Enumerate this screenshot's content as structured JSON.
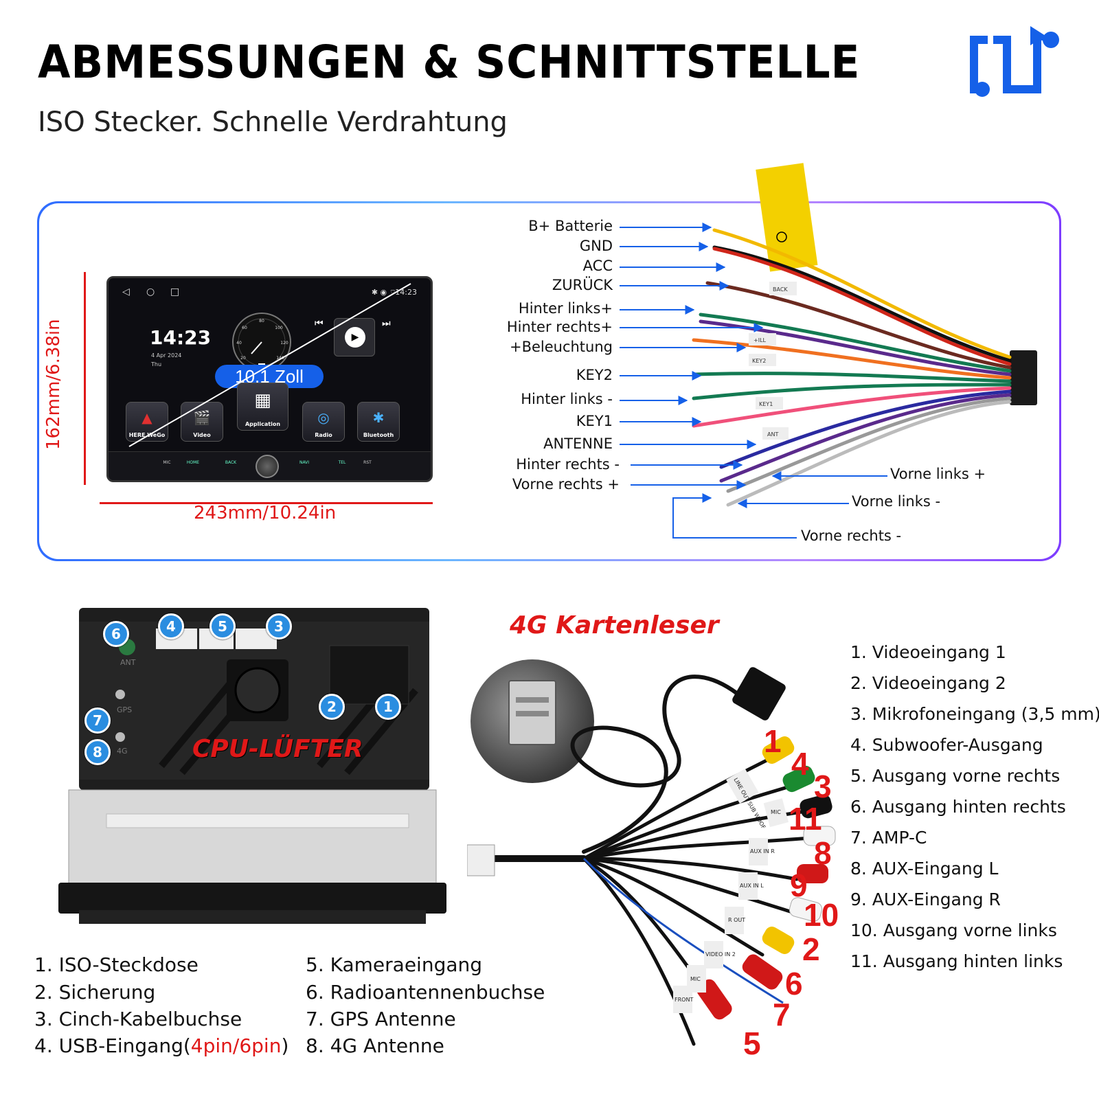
{
  "header": {
    "title": "ABMESSUNGEN & SCHNITTSTELLE",
    "subtitle": "ISO Stecker. Schnelle Verdrahtung",
    "logo": "cable-connector-icon",
    "accent_color": "#1560e8"
  },
  "screen": {
    "clock": "14:23",
    "date": "4 Apr 2024",
    "day": "Thu",
    "status_time": "14:23",
    "size_label": "10.1 Zoll",
    "apps": [
      "HERE WeGo",
      "Video",
      "Application",
      "Radio",
      "Bluetooth"
    ],
    "dock": [
      "MIC",
      "HOME",
      "BACK",
      "NAVI",
      "TEL",
      "RST"
    ],
    "speed_ticks": [
      "20",
      "40",
      "60",
      "80",
      "100",
      "120",
      "140"
    ],
    "speed_value": "0"
  },
  "dimensions": {
    "height": "162mm/6.38in",
    "width": "243mm/10.24in",
    "line_color": "#e01818"
  },
  "wires": {
    "left_labels": [
      "B+ Batterie",
      "GND",
      "ACC",
      "ZURÜCK",
      "Hinter links+",
      "Hinter rechts+",
      "+Beleuchtung",
      "KEY2",
      "Hinter links -",
      "KEY1",
      "ANTENNE",
      "Hinter rechts -",
      "Vorne rechts +"
    ],
    "right_labels": [
      "Vorne links +",
      "Vorne links -",
      "Vorne rechts -"
    ],
    "tags": [
      "BACK",
      "+ILL",
      "KEY2",
      "KEY1",
      "ANT"
    ]
  },
  "back_unit": {
    "fan_label": "CPU-LÜFTER",
    "port_labels": [
      "ANT",
      "GPS",
      "4G"
    ],
    "badges": [
      "6",
      "4",
      "5",
      "3",
      "2",
      "1",
      "7",
      "8"
    ]
  },
  "unit_legend": {
    "col1": [
      "1. ISO-Steckdose",
      "2. Sicherung",
      "3. Cinch-Kabelbuchse"
    ],
    "usb_prefix": "4. USB-Eingang(",
    "usb_red": "4pin/6pin",
    "usb_suffix": ")",
    "col2": [
      "5. Kameraeingang",
      "6. Radioantennenbuchse",
      "7. GPS Antenne",
      "8. 4G Antenne"
    ]
  },
  "rca": {
    "card_reader_label": "4G Kartenleser",
    "legend": [
      "1. Videoeingang 1",
      "2. Videoeingang 2",
      "3. Mikrofoneingang (3,5 mm)",
      "4. Subwoofer-Ausgang",
      "5. Ausgang vorne rechts",
      "6. Ausgang hinten rechts",
      "7. AMP-C",
      "8. AUX-Eingang L",
      "9. AUX-Eingang R",
      "10. Ausgang vorne links",
      "11. Ausgang hinten links"
    ],
    "numbers": [
      "1",
      "4",
      "3",
      "11",
      "8",
      "9",
      "10",
      "2",
      "6",
      "7",
      "5"
    ],
    "cable_tags": [
      "LINE OUT SUB WOOF",
      "MIC",
      "AUX IN R",
      "AUX IN L",
      "R OUT",
      "VIDEO IN 2",
      "MIC",
      "FRONT"
    ]
  }
}
